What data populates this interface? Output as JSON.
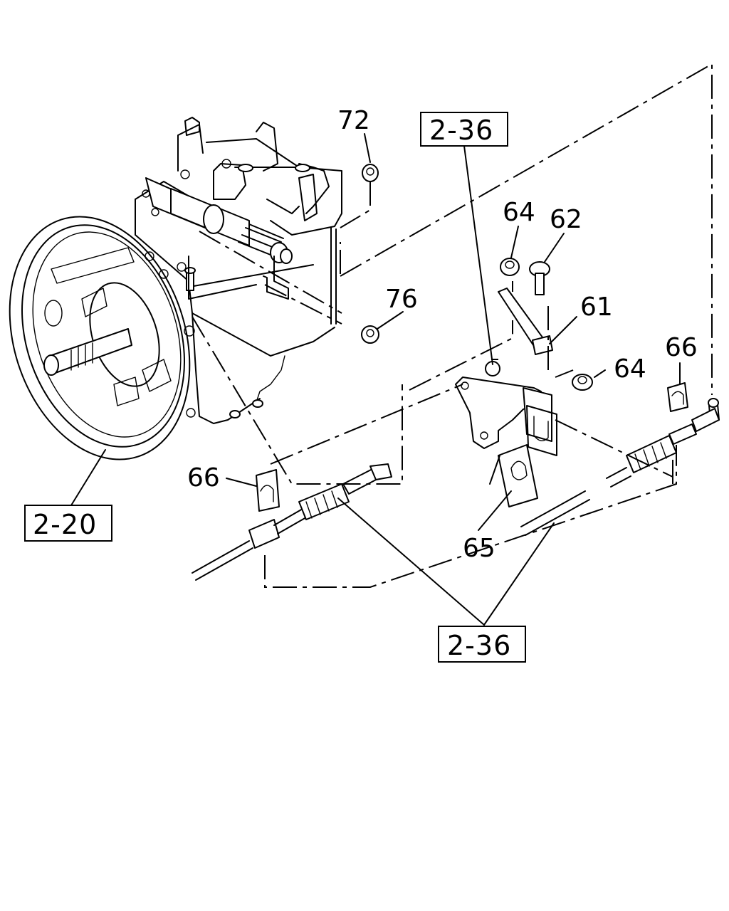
{
  "part_numbers": {
    "p72": "72",
    "p64_top": "64",
    "p62": "62",
    "p61": "61",
    "p76": "76",
    "p64_right": "64",
    "p66_right": "66",
    "p66_left": "66",
    "p65": "65"
  },
  "references": {
    "ref_top": "2-36",
    "ref_left": "2-20",
    "ref_bottom": "2-36"
  }
}
